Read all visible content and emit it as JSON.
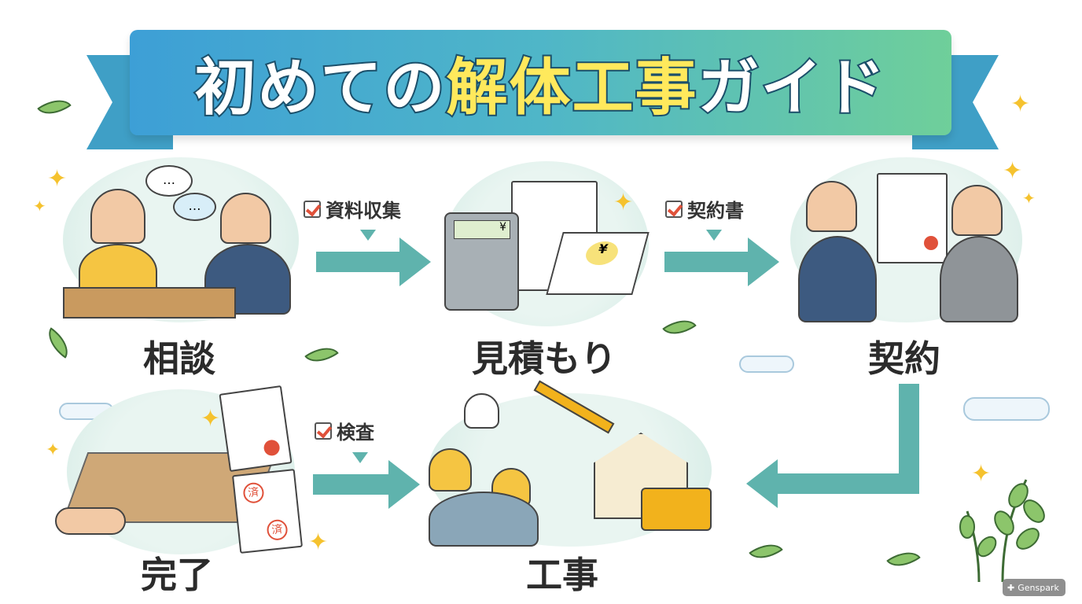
{
  "title": {
    "part1": "初めての",
    "part2": "解体工事",
    "part3": "ガイド"
  },
  "steps": [
    {
      "label": "相談"
    },
    {
      "label": "見積もり"
    },
    {
      "label": "契約"
    },
    {
      "label": "工事"
    },
    {
      "label": "完了"
    }
  ],
  "checks": [
    {
      "label": "資料収集"
    },
    {
      "label": "契約書"
    },
    {
      "label": "検査"
    }
  ],
  "stamp_text": "済",
  "yen_symbol": "¥",
  "watermark": "Genspark",
  "colors": {
    "arrow": "#5fb3ad",
    "title_yellow": "#ffe95c",
    "banner_start": "#3d9fd6",
    "banner_end": "#6fcf9a"
  }
}
